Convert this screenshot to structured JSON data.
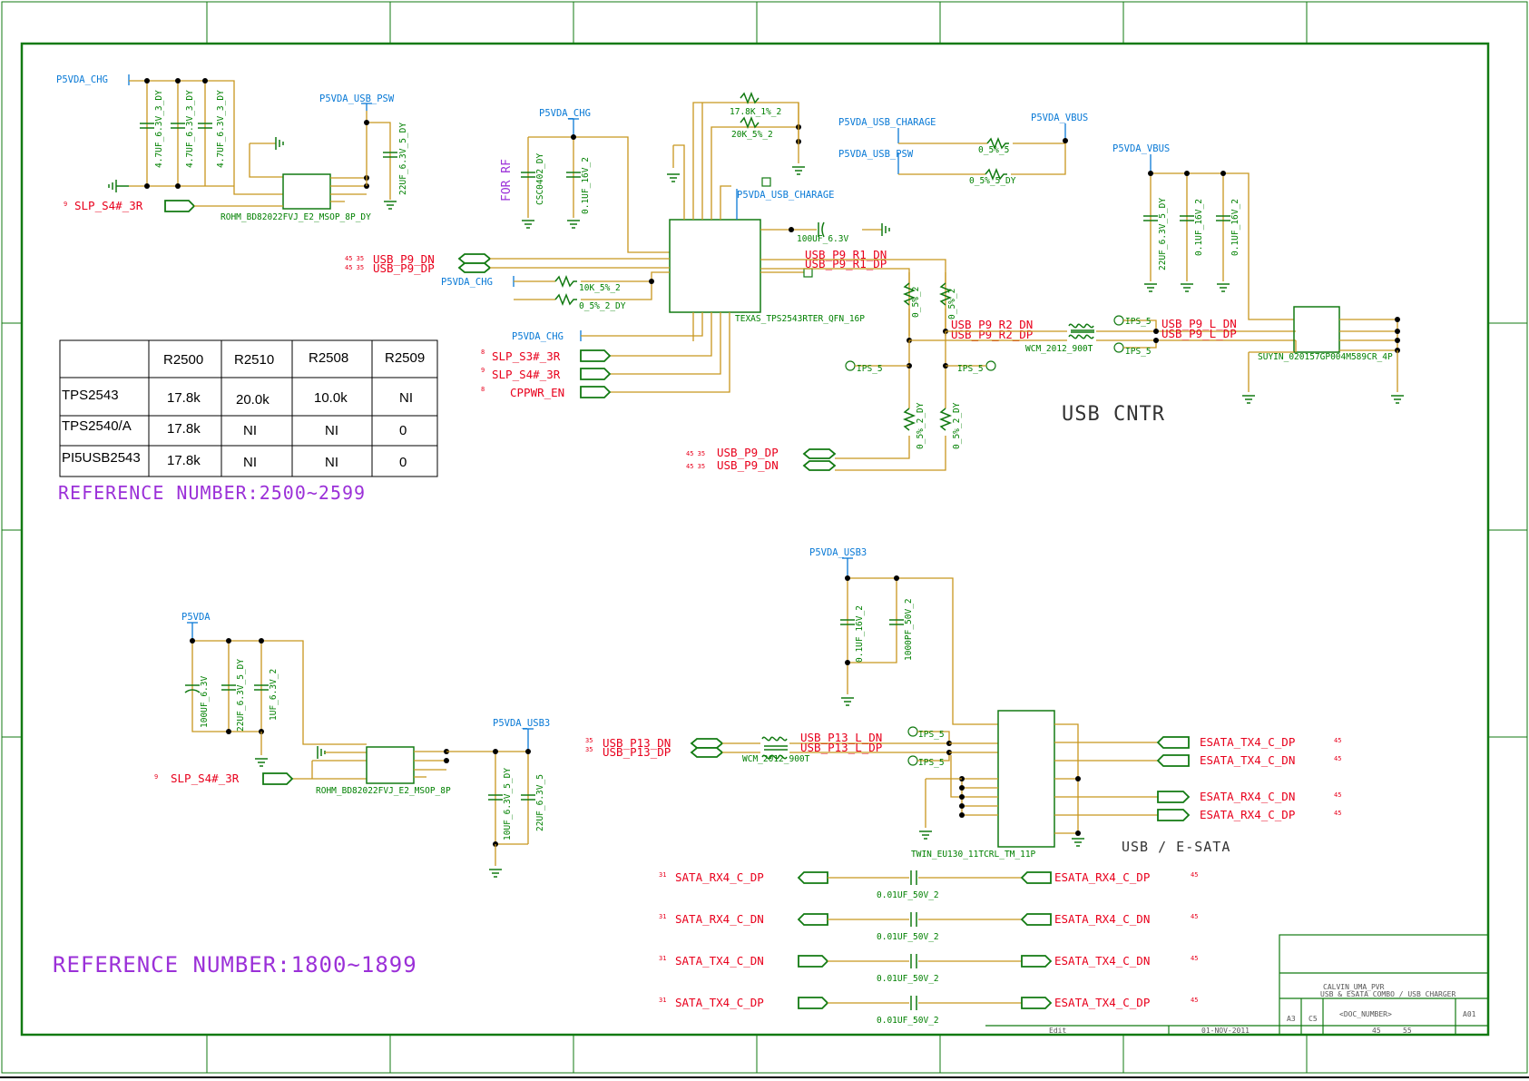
{
  "titles": {
    "usb_cntr": "USB CNTR",
    "usb_esata": "USB / E-SATA",
    "ref_top": "REFERENCE NUMBER:2500~2599",
    "ref_bottom": "REFERENCE NUMBER:1800~1899",
    "for_rf": "FOR RF"
  },
  "table": {
    "headers": [
      "",
      "R2500",
      "R2510",
      "R2508",
      "R2509"
    ],
    "rows": [
      [
        "TPS2543",
        "17.8k",
        "20.0k",
        "10.0k",
        "NI"
      ],
      [
        "TPS2540/A",
        "17.8k",
        "NI",
        "NI",
        "0"
      ],
      [
        "PI5USB2543",
        "17.8k",
        "NI",
        "NI",
        "0"
      ]
    ]
  },
  "power_nets": {
    "p5vda_chg_1": "P5VDA_CHG",
    "p5vda_usb_psw_1": "P5VDA_USB_PSW",
    "p5vda_chg_2": "P5VDA_CHG",
    "p5vda_usb_charage_1": "P5VDA_USB_CHARAGE",
    "p5vda_vbus_1": "P5VDA_VBUS",
    "p5vda_usb_psw_2": "P5VDA_USB_PSW",
    "p5vda_usb_charage_2": "P5VDA_USB_CHARAGE",
    "p5vda_vbus_2": "P5VDA_VBUS",
    "p5vda_chg_3": "P5VDA_CHG",
    "p5vda_chg_4": "P5VDA_CHG",
    "p5vda_usb3_1": "P5VDA_USB3",
    "p5vda": "P5VDA",
    "p5vda_usb3_2": "P5VDA_USB3"
  },
  "nets": {
    "slp_s4_top": "SLP_S4#_3R",
    "usb_p9_dn_in": "USB_P9_DN",
    "usb_p9_dp_in": "USB_P9_DP",
    "usb_p9_r1_dn": "USB_P9_R1_DN",
    "usb_p9_r1_dp": "USB_P9_R1_DP",
    "usb_p9_r2_dn": "USB_P9_R2_DN",
    "usb_p9_r2_dp": "USB_P9_R2_DP",
    "usb_p9_l_dn": "USB_P9_L_DN",
    "usb_p9_l_dp": "USB_P9_L_DP",
    "slp_s3": "SLP_S3#_3R",
    "slp_s4_mid": "SLP_S4#_3R",
    "cppwr_en": "CPPWR_EN",
    "usb_p9_dp_out": "USB_P9_DP",
    "usb_p9_dn_out": "USB_P9_DN",
    "slp_s4_bot": "SLP_S4#_3R",
    "usb_p13_dn": "USB_P13_DN",
    "usb_p13_dp": "USB_P13_DP",
    "usb_p13_l_dn": "USB_P13_L_DN",
    "usb_p13_l_dp": "USB_P13_L_DP",
    "esata_tx4_c_dp_1": "ESATA_TX4_C_DP",
    "esata_tx4_c_dn_1": "ESATA_TX4_C_DN",
    "esata_rx4_c_dn_1": "ESATA_RX4_C_DN",
    "esata_rx4_c_dp_1": "ESATA_RX4_C_DP",
    "sata_rx4_c_dp": "SATA_RX4_C_DP",
    "sata_rx4_c_dn": "SATA_RX4_C_DN",
    "sata_tx4_c_dn": "SATA_TX4_C_DN",
    "sata_tx4_c_dp": "SATA_TX4_C_DP",
    "esata_rx4_c_dp_2": "ESATA_RX4_C_DP",
    "esata_rx4_c_dn_2": "ESATA_RX4_C_DN",
    "esata_tx4_c_dn_2": "ESATA_TX4_C_DN",
    "esata_tx4_c_dp_2": "ESATA_TX4_C_DP"
  },
  "page_refs": {
    "slp_s4_top": "9",
    "usb_p9_dn_in": "45 35",
    "usb_p9_dp_in": "45 35",
    "slp_s3": "8",
    "slp_s4_mid": "9",
    "cppwr_en": "8",
    "usb_p9_dp_out": "45 35",
    "usb_p9_dn_out": "45 35",
    "slp_s4_bot": "9",
    "usb_p13_dn": "35",
    "usb_p13_dp": "35",
    "esata_right_1": "45",
    "esata_right_2": "45",
    "esata_right_3": "45",
    "esata_right_4": "45",
    "sata_1": "31",
    "sata_2": "31",
    "sata_3": "31",
    "sata_4": "31",
    "esata_b1": "45",
    "esata_b2": "45",
    "esata_b3": "45",
    "esata_b4": "45"
  },
  "parts": {
    "c_4_7uf_a": "4.7UF_6.3V_3_DY",
    "c_4_7uf_b": "4.7UF_6.3V_3_DY",
    "c_4_7uf_c": "4.7UF_6.3V_3_DY",
    "c_22uf_top": "22UF_6.3V_5_DY",
    "u_bd_top": "ROHM_BD82022FVJ_E2_MSOP_8P_DY",
    "c_csc0402": "CSC0402_DY",
    "c_0_1uf_a": "0.1UF_16V_2",
    "r_17_8k": "17.8K_1%_2",
    "r_20k": "20K_5%_2",
    "r_10k": "10K_5%_2",
    "r_0_5_2_dy_a": "0_5%_2_DY",
    "c_100uf": "100UF_6.3V",
    "u_texas": "TEXAS_TPS2543RTER_QFN_16P",
    "r_0_5_5": "0_5%_5",
    "r_0_5_5_dy": "0_5%_5_DY",
    "c_22uf_right": "22UF_6.3V_5_DY",
    "c_0_1uf_b": "0.1UF_16V_2",
    "c_0_1uf_c": "0.1UF_16V_2",
    "r_0_5_2_a": "0_5%_2",
    "r_0_5_2_b": "0_5%_2",
    "r_0_5_2_dy_b": "0_5%_2_DY",
    "r_0_5_2_dy_c": "0_5%_2_DY",
    "l_wcm_top": "WCM_2012_900T",
    "ips_1": "IPS_5",
    "ips_2": "IPS_5",
    "ips_3": "IPS_5",
    "ips_4": "IPS_5",
    "conn_suyin": "SUYIN_020157GP004M589CR_4P",
    "c_0_1uf_usb3": "0.1UF_16V_2",
    "c_1000pf": "1000PF_50V_2",
    "c_100uf_b": "100UF_6.3V",
    "c_22uf_b": "22UF_6.3V_5_DY",
    "c_1uf": "1UF_6.3V_2",
    "u_bd_bot": "ROHM_BD82022FVJ_E2_MSOP_8P",
    "c_10uf": "10UF_6.3V_5_DY",
    "c_22uf_c": "22UF_6.3V_5",
    "l_wcm_bot": "WCM_2012_900T",
    "ips_5": "IPS_5",
    "ips_6": "IPS_5",
    "conn_twin": "TWIN_EU130_11TCRL_TM_11P",
    "c_0_01uf_1": "0.01UF_50V_2",
    "c_0_01uf_2": "0.01UF_50V_2",
    "c_0_01uf_3": "0.01UF_50V_2",
    "c_0_01uf_4": "0.01UF_50V_2"
  },
  "title_block": {
    "project": "CALVIN_UMA_PVR",
    "sheet_title": "USB & ESATA COMBO / USB CHARGER",
    "size": "A3",
    "code": "C5",
    "doc_number": "<DOC_NUMBER>",
    "rev": "A01",
    "sheet": "45",
    "of": "55",
    "date": "01-NOV-2011",
    "edit": "Edit"
  },
  "colors": {
    "wire": "#c8961e",
    "symbol": "#127a12",
    "net_label": "#e8001c",
    "power_label": "#0a7ad6",
    "note": "#9b30d8"
  }
}
